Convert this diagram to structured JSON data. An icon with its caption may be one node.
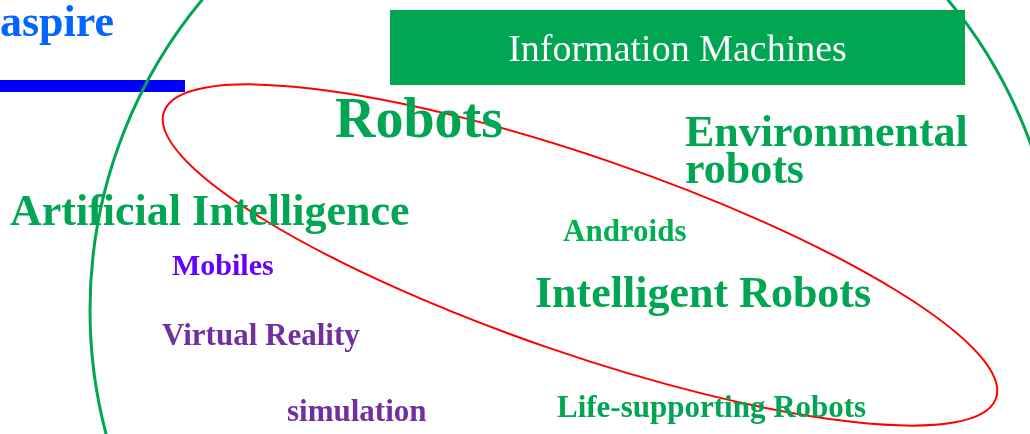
{
  "diagram": {
    "title": "aspire",
    "nodes": [
      {
        "text": [
          "Information Machines"
        ]
      },
      {
        "text": [],
        "shape": "ellipse",
        "in": 0
      }
    ],
    "edges": [],
    "labels": [
      "Robots",
      "Environmental robots",
      "Artificial Intelligence",
      "Androids",
      "Mobiles",
      "Intelligent Robots",
      "Virtual Reality",
      "simulation",
      "Life-supporting Robots"
    ]
  }
}
